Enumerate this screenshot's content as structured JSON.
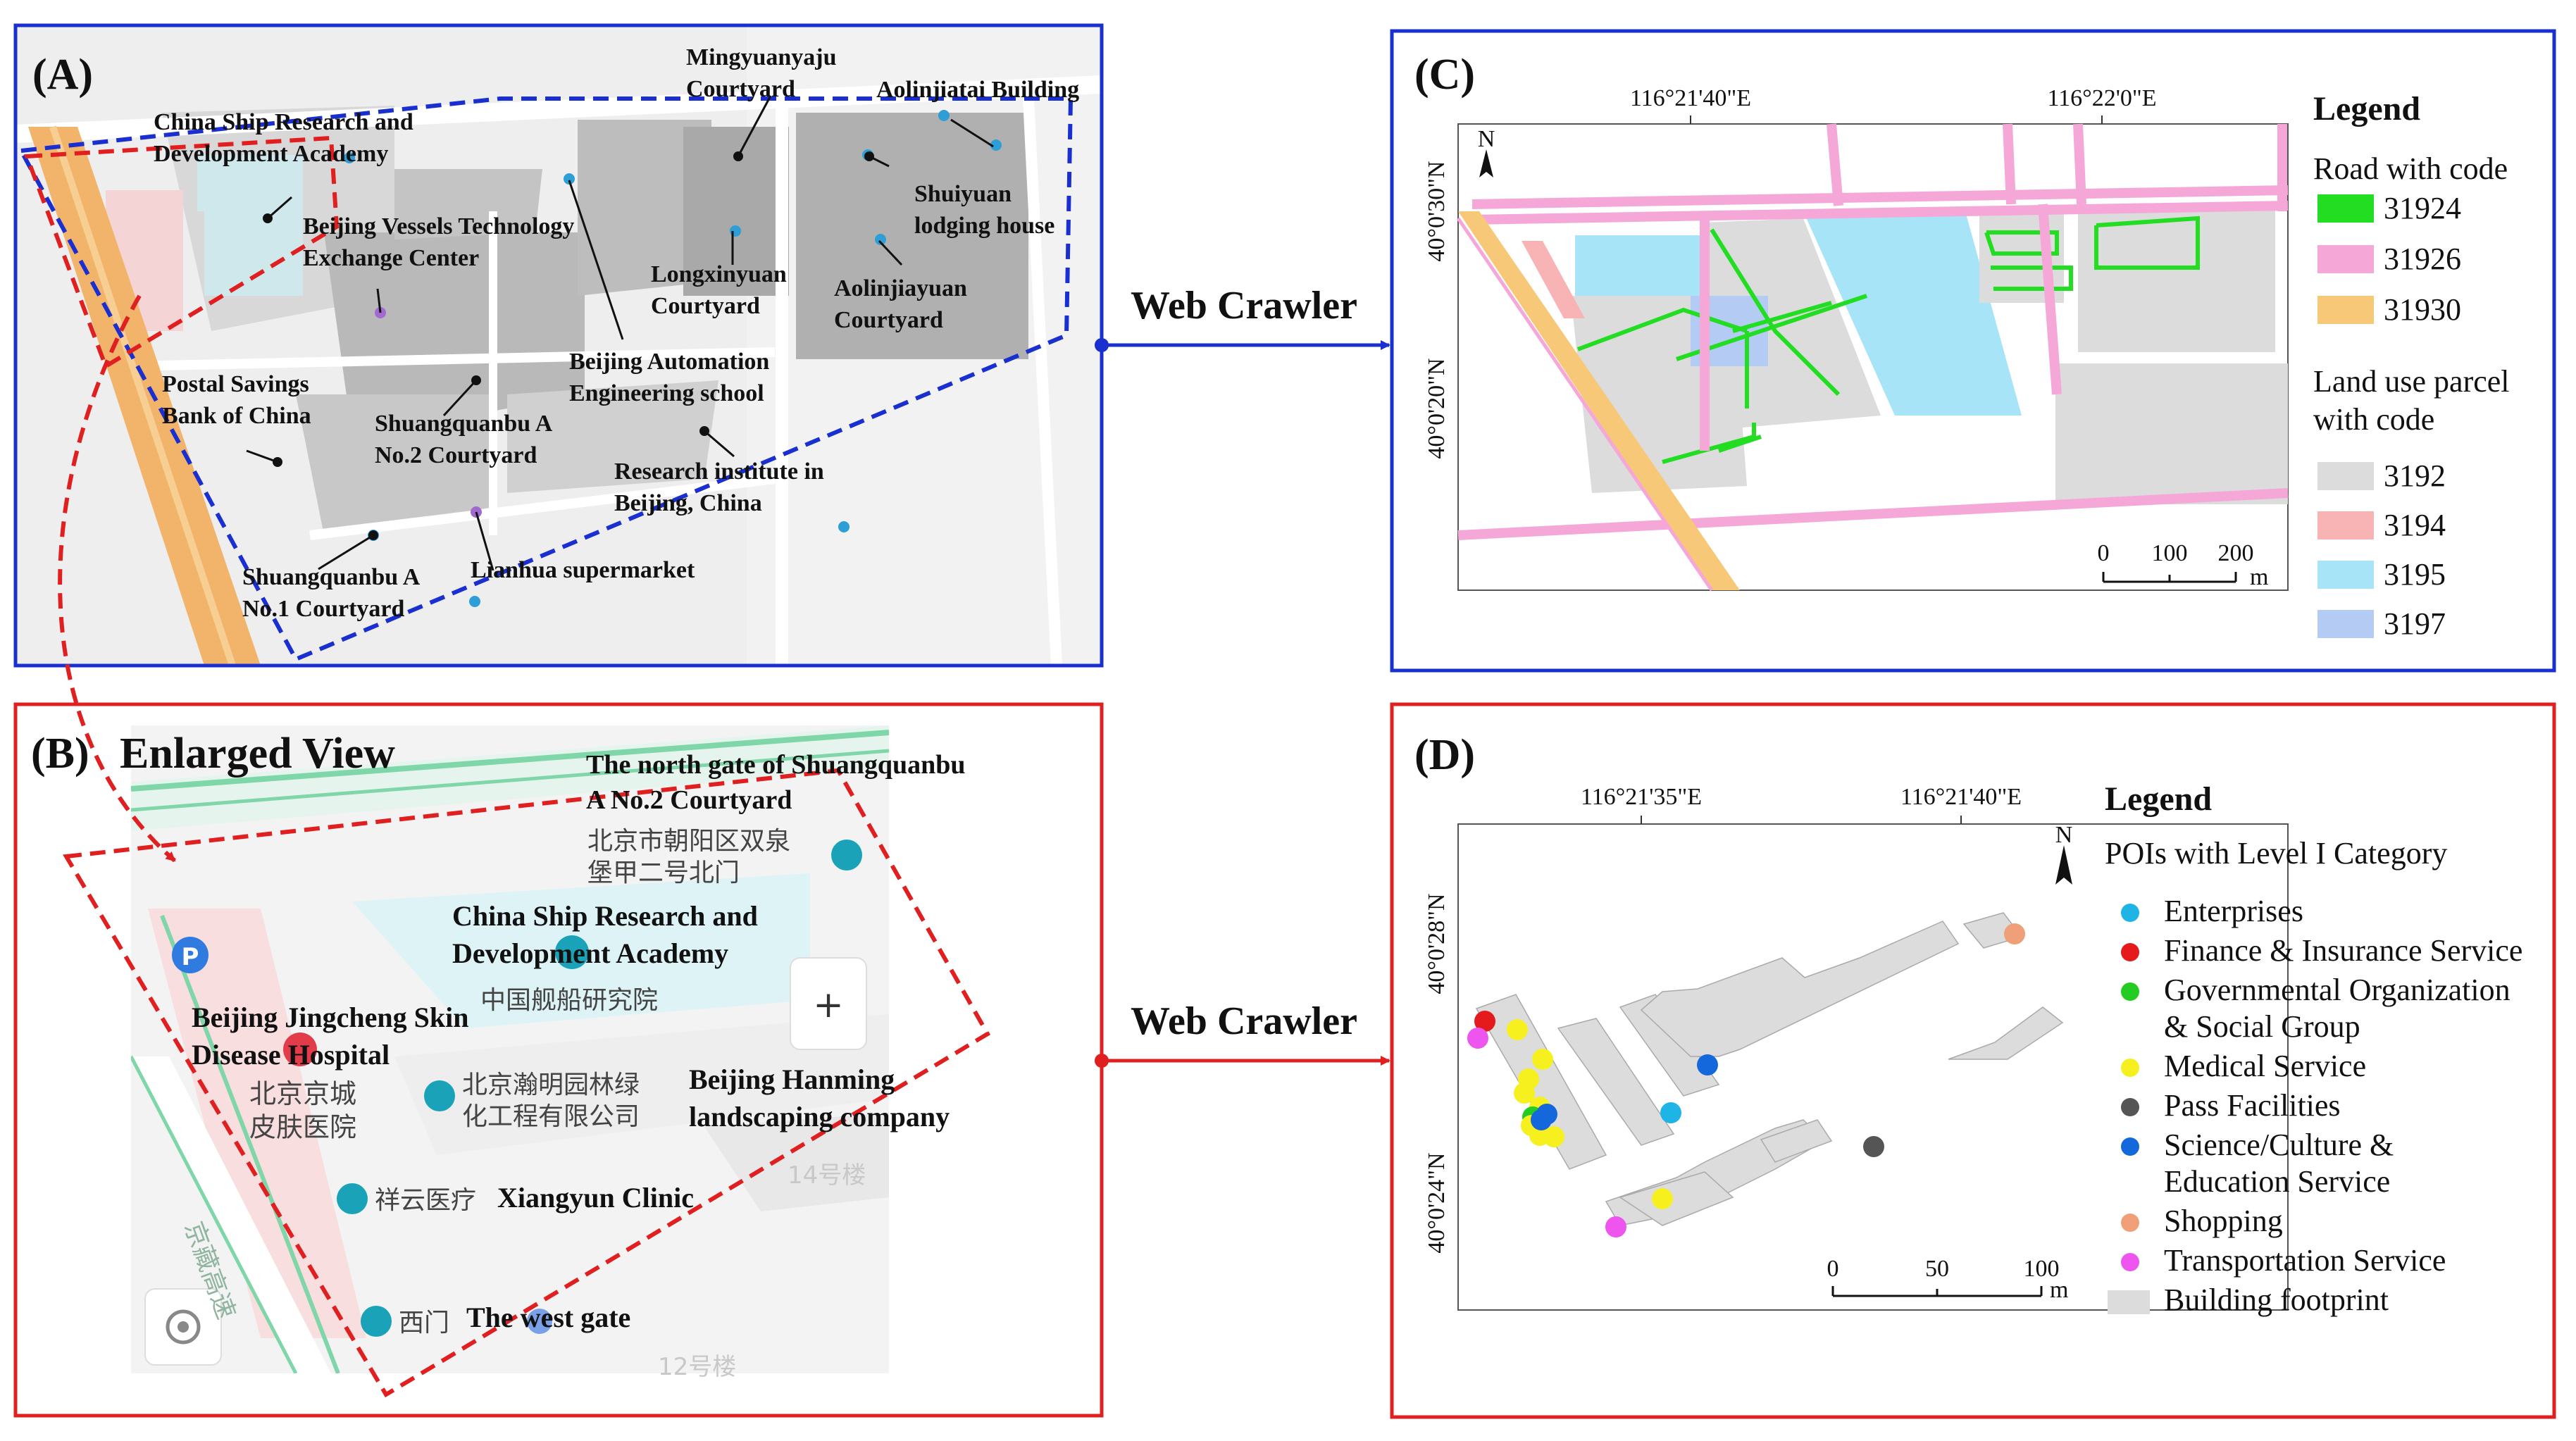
{
  "panels": {
    "a": {
      "tag": "(A)",
      "labels": {
        "mingyuanyaju": "Mingyuanyaju Courtyard",
        "aolinjiatai": "Aolinjiatai Building",
        "china_ship": "China Ship Research and Development Academy",
        "beijing_vessels": "Beijing Vessels Technology Exchange Center",
        "shuiyuan": "Shuiyuan lodging house",
        "longxinyuan": "Longxinyuan Courtyard",
        "aolinjiayuan": "Aolinjiayuan Courtyard",
        "automation": "Beijing Automation Engineering school",
        "postal": "Postal Savings Bank of China",
        "sqb_a2": "Shuangquanbu A No.2 Courtyard",
        "research_inst": "Research institute in Beijing, China",
        "lianhua": "Lianhua supermarket",
        "sqb_a1": "Shuangquanbu A No.1 Courtyard"
      }
    },
    "b": {
      "tag": "(B)",
      "title": "Enlarged View",
      "labels": {
        "north_gate": "The north gate of Shuangquanbu A No.2 Courtyard",
        "north_gate_zh": "北京市朝阳区双泉堡甲二号北门",
        "china_ship": "China Ship Research and Development Academy",
        "china_ship_zh": "中国舰船研究院",
        "skin_hospital": "Beijing Jingcheng Skin Disease Hospital",
        "skin_hospital_zh": "北京京城皮肤医院",
        "hanming_zh": "北京瀚明园林绿化工程有限公司",
        "hanming": "Beijing Hanming landscaping company",
        "xiangyun_zh": "祥云医疗",
        "xiangyun": "Xiangyun Clinic",
        "west_gate_zh": "西门",
        "west_gate": "The west gate",
        "building_14": "14号楼",
        "building_12": "12号楼",
        "road": "京藏高速",
        "zoom_plus": "+"
      }
    },
    "c": {
      "tag": "(C)",
      "lon_ticks": [
        "116°21'40\"E",
        "116°22'0\"E"
      ],
      "lat_ticks": [
        "40°0'30\"N",
        "40°0'20\"N"
      ],
      "north": "N",
      "scale_ticks": [
        "0",
        "100",
        "200"
      ],
      "scale_unit": "m",
      "legend": {
        "title": "Legend",
        "road_heading": "Road with code",
        "roads": [
          {
            "code": "31924",
            "color": "#22dd22"
          },
          {
            "code": "31926",
            "color": "#f5a8d8"
          },
          {
            "code": "31930",
            "color": "#f7c878"
          }
        ],
        "parcel_heading_1": "Land use parcel",
        "parcel_heading_2": "with code",
        "parcels": [
          {
            "code": "3192",
            "color": "#dcdcdc"
          },
          {
            "code": "3194",
            "color": "#f8b4b4"
          },
          {
            "code": "3195",
            "color": "#a8e4f8"
          },
          {
            "code": "3197",
            "color": "#b4ccf4"
          }
        ]
      }
    },
    "d": {
      "tag": "(D)",
      "lon_ticks": [
        "116°21'35\"E",
        "116°21'40\"E"
      ],
      "lat_ticks": [
        "40°0'28\"N",
        "40°0'24\"N"
      ],
      "north": "N",
      "scale_ticks": [
        "0",
        "50",
        "100"
      ],
      "scale_unit": "m",
      "legend": {
        "title": "Legend",
        "heading": "POIs with Level I Category",
        "items": [
          {
            "label": "Enterprises",
            "label2": "",
            "color": "#1eb4e6"
          },
          {
            "label": "Finance & Insurance Service",
            "label2": "",
            "color": "#e41a1c"
          },
          {
            "label": "Governmental Organization",
            "label2": "& Social Group",
            "color": "#22cc22"
          },
          {
            "label": "Medical Service",
            "label2": "",
            "color": "#f5f01e"
          },
          {
            "label": "Pass Facilities",
            "label2": "",
            "color": "#555555"
          },
          {
            "label": "Science/Culture &",
            "label2": "Education Service",
            "color": "#1468dc"
          },
          {
            "label": "Shopping",
            "label2": "",
            "color": "#f0a078"
          },
          {
            "label": "Transportation Service",
            "label2": "",
            "color": "#ee55ee"
          },
          {
            "label": "Building footprint",
            "label2": "",
            "color": "#dcdcdc"
          }
        ]
      }
    }
  },
  "arrows": {
    "top": "Web Crawler",
    "bottom": "Web Crawler"
  },
  "colors": {
    "blue_frame": "#1a2fd0",
    "red_frame": "#e02020"
  }
}
